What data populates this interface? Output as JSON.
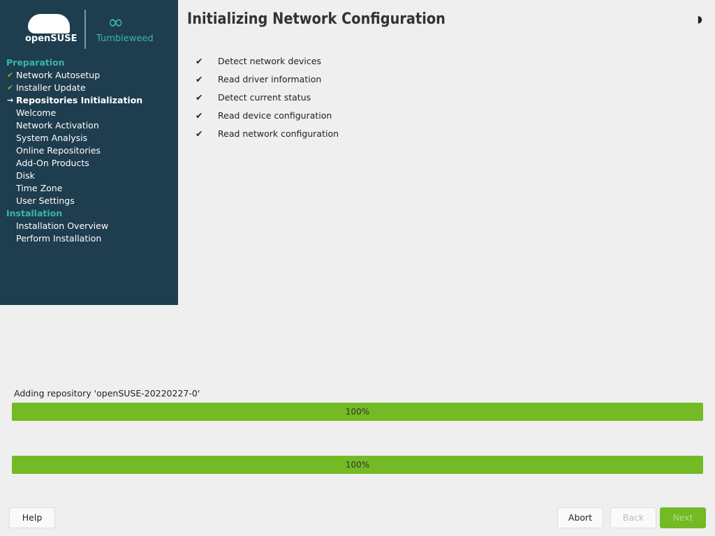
{
  "logo": {
    "brand": "openSUSE",
    "product": "Tumbleweed"
  },
  "sidebar": {
    "sections": [
      {
        "title": "Preparation",
        "steps": [
          {
            "label": "Network Autosetup",
            "state": "done"
          },
          {
            "label": "Installer Update",
            "state": "done"
          },
          {
            "label": "Repositories Initialization",
            "state": "current"
          },
          {
            "label": "Welcome"
          },
          {
            "label": "Network Activation"
          },
          {
            "label": "System Analysis"
          },
          {
            "label": "Online Repositories"
          },
          {
            "label": "Add-On Products"
          },
          {
            "label": "Disk"
          },
          {
            "label": "Time Zone"
          },
          {
            "label": "User Settings"
          }
        ]
      },
      {
        "title": "Installation",
        "steps": [
          {
            "label": "Installation Overview"
          },
          {
            "label": "Perform Installation"
          }
        ]
      }
    ]
  },
  "main": {
    "title": "Initializing Network Configuration",
    "items": [
      "Detect network devices",
      "Read driver information",
      "Detect current status",
      "Read device configuration",
      "Read network configuration"
    ],
    "progress_label": "Adding repository 'openSUSE-20220227-0'",
    "progress1": "100%",
    "progress2": "100%"
  },
  "buttons": {
    "help": "Help",
    "abort": "Abort",
    "back": "Back",
    "next": "Next"
  },
  "colors": {
    "sidebar": "#1e3d4e",
    "accent": "#73ba25",
    "teal": "#35b9ab"
  }
}
